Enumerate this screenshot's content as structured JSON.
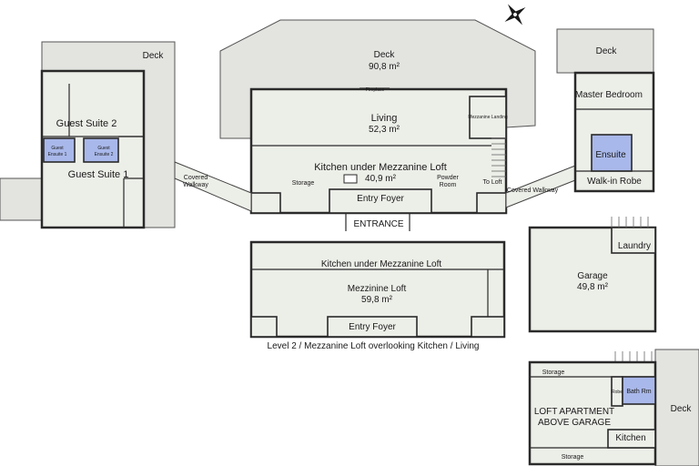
{
  "labels": {
    "deck_main": "Deck",
    "deck_main_area": "90,8 m²",
    "deck_left": "Deck",
    "deck_right": "Deck",
    "deck_loft": "Deck",
    "fireplace": "Fireplace",
    "mezzanine_landing": "Mezzanine Landing",
    "living": "Living",
    "living_area": "52,3 m²",
    "kitchen": "Kitchen under Mezzanine Loft",
    "kitchen_area": "40,9 m²",
    "storage": "Storage",
    "powder_room_1": "Powder",
    "powder_room_2": "Room",
    "to_loft": "To Loft",
    "entry_foyer": "Entry Foyer",
    "entrance": "ENTRANCE",
    "guest_suite_2": "Guest Suite 2",
    "guest_suite_1": "Guest Suite 1",
    "guest_ensuite_1a": "Guest",
    "guest_ensuite_1b": "Ensuite 1",
    "guest_ensuite_2a": "Guest",
    "guest_ensuite_2b": "Ensuite 2",
    "covered_walkway_left_1": "Covered",
    "covered_walkway_left_2": "Walkway",
    "covered_walkway_right": "Covered Walkway",
    "master_bedroom": "Master Bedroom",
    "ensuite": "Ensuite",
    "walk_in_robe": "Walk-in Robe",
    "laundry": "Laundry",
    "garage": "Garage",
    "garage_area": "49,8 m²",
    "l2_kitchen": "Kitchen under Mezzanine Loft",
    "l2_mezzanine": "Mezzinine Loft",
    "l2_mezzanine_area": "59,8 m²",
    "l2_entry_foyer": "Entry Foyer",
    "l2_caption": "Level 2 / Mezzanine Loft overlooking Kitchen / Living",
    "loft_storage_top": "Storage",
    "loft_storage_bottom": "Storage",
    "loft_robe": "Robe",
    "loft_bath": "Bath Rm",
    "loft_apartment_1": "LOFT APARTMENT",
    "loft_apartment_2": "ABOVE GARAGE",
    "loft_kitchen": "Kitchen"
  },
  "colors": {
    "floor": "#eceee8",
    "deck": "#e3e4e0",
    "wet_area": "#a9b8ea",
    "wall": "#2a2a2a"
  },
  "icons": [
    "compass-icon"
  ]
}
